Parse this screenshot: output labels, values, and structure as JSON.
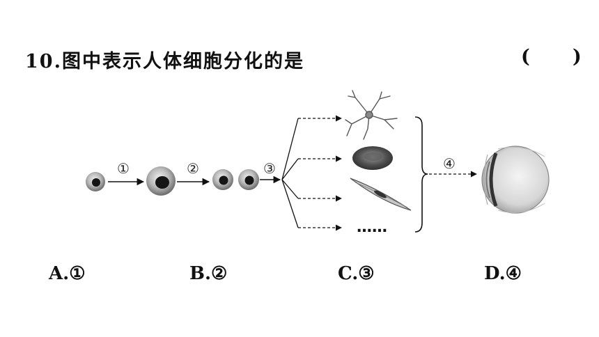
{
  "question": {
    "text": "10.图中表示人体细胞分化的是",
    "bracket_open": "(",
    "bracket_close": ")"
  },
  "diagram": {
    "steps": [
      "①",
      "②",
      "③",
      "④"
    ],
    "cell_types_more": "……",
    "cell_type_icons": [
      "neuron-icon",
      "red-blood-cell-icon",
      "smooth-muscle-cell-icon"
    ],
    "organ_icon": "eye-icon"
  },
  "options": [
    {
      "letter": "A.",
      "mark": "①"
    },
    {
      "letter": "B.",
      "mark": "②"
    },
    {
      "letter": "C.",
      "mark": "③"
    },
    {
      "letter": "D.",
      "mark": "④"
    }
  ]
}
